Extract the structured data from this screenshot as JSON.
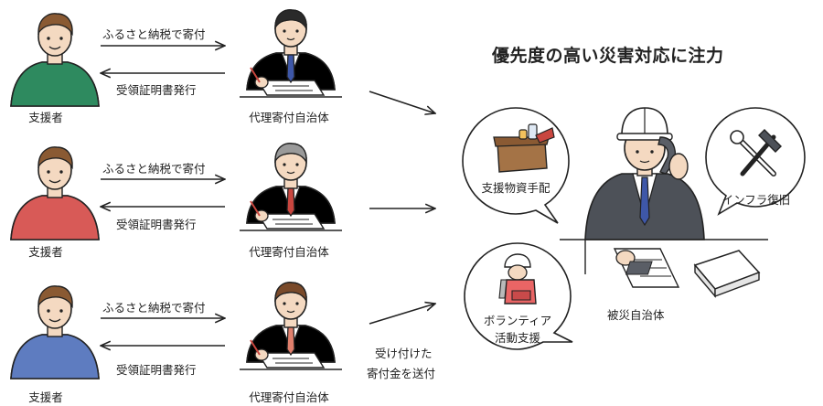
{
  "title": "優先度の高い災害対応に注力",
  "rows": [
    {
      "supporter_label": "支援者",
      "arrow_right_label": "ふるさと納税で寄付",
      "arrow_left_label": "受領証明書発行",
      "agent_label": "代理寄付自治体",
      "supporter_color": "#2e8a5f",
      "agent_tie": "#3e57a8"
    },
    {
      "supporter_label": "支援者",
      "arrow_right_label": "ふるさと納税で寄付",
      "arrow_left_label": "受領証明書発行",
      "agent_label": "代理寄付自治体",
      "supporter_color": "#d85a57",
      "agent_tie": "#c9463f"
    },
    {
      "supporter_label": "支援者",
      "arrow_right_label": "ふるさと納税で寄付",
      "arrow_left_label": "受領証明書発行",
      "agent_label": "代理寄付自治体",
      "supporter_color": "#5e7cc0",
      "agent_tie": "#e07f6c"
    }
  ],
  "transfer_label_line1": "受け付けた",
  "transfer_label_line2": "寄付金を送付",
  "affected_label": "被災自治体",
  "bubbles": {
    "supplies": "支援物資手配",
    "infrastructure": "インフラ復旧",
    "volunteer_line1": "ボランティア",
    "volunteer_line2": "活動支援"
  },
  "icons": [
    "supplies-box-icon",
    "wrench-hammer-icon",
    "volunteer-backpack-icon",
    "telephone-icon"
  ]
}
